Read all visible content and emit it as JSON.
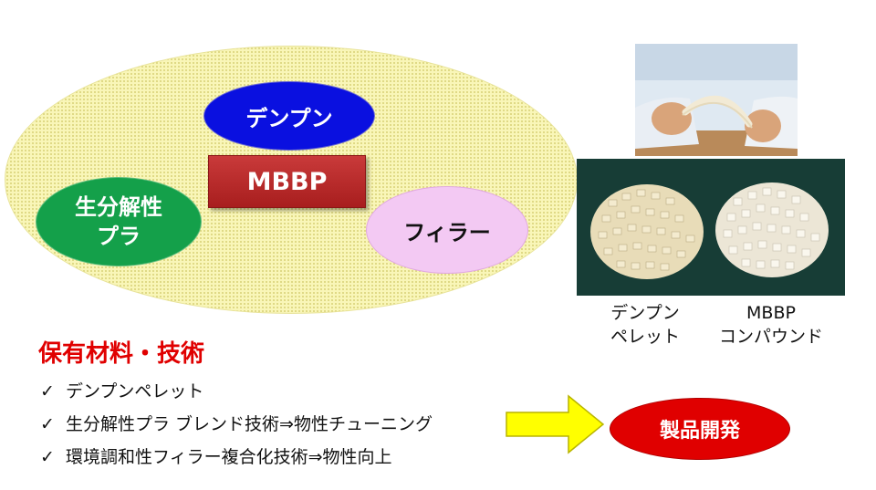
{
  "diagram": {
    "center_label": "MBBP",
    "components": [
      {
        "label": "デンプン"
      },
      {
        "label_lines": [
          "生分解性",
          "プラ"
        ]
      },
      {
        "label": "フィラー"
      }
    ]
  },
  "photos": {
    "pellet_captions": [
      {
        "lines": [
          "デンプン",
          "ペレット"
        ]
      },
      {
        "lines": [
          "MBBP",
          "コンパウンド"
        ]
      }
    ]
  },
  "materials": {
    "heading": "保有材料・技術",
    "check_symbol": "✓",
    "items": [
      "デンプンペレット",
      "生分解性プラ ブレンド技術⇒物性チューニング",
      "環境調和性フィラー複合化技術⇒物性向上"
    ]
  },
  "result": {
    "label": "製品開発"
  },
  "colors": {
    "outer_ellipse": "#f9f6b8",
    "starch": "#0a10e0",
    "mbbp_box": "#b82828",
    "biodegradable": "#14a04a",
    "filler": "#f3c9f3",
    "heading": "#e00000",
    "arrow": "#ffff00",
    "product": "#e00000",
    "photo_background": "#173d36"
  }
}
